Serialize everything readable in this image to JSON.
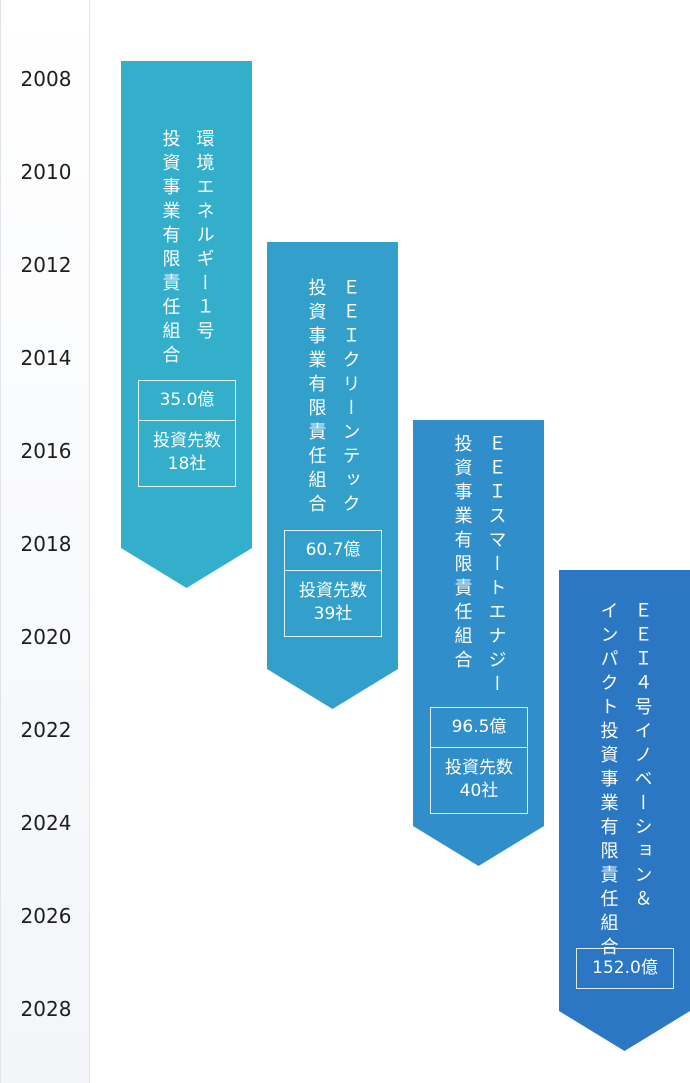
{
  "timeline": {
    "years": [
      "2008",
      "2010",
      "2012",
      "2014",
      "2016",
      "2018",
      "2020",
      "2022",
      "2024",
      "2026",
      "2028"
    ]
  },
  "funds": [
    {
      "title_lines": [
        "環境エネルギー１号",
        "投資事業有限責任組合"
      ],
      "amount": "35.0億",
      "count_label": "投資先数",
      "count_value": "18社",
      "color": "#33aecb"
    },
    {
      "title_lines": [
        "ＥＥＩクリーンテック",
        "投資事業有限責任組合"
      ],
      "amount": "60.7億",
      "count_label": "投資先数",
      "count_value": "39社",
      "color": "#32a0cb"
    },
    {
      "title_lines": [
        "ＥＥＩスマートエナジー",
        "投資事業有限責任組合"
      ],
      "amount": "96.5億",
      "count_label": "投資先数",
      "count_value": "40社",
      "color": "#308fca"
    },
    {
      "title_lines": [
        "ＥＥＩ４号イノベーション＆",
        "インパクト投資事業有限責任組合"
      ],
      "amount": "152.0億",
      "color": "#2c77c4"
    }
  ]
}
